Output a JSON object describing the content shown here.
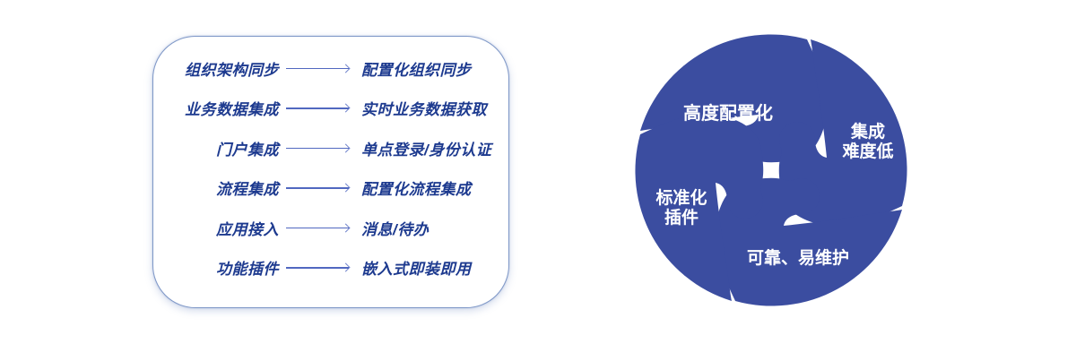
{
  "card": {
    "rows": [
      {
        "source": "组织架构同步",
        "target": "配置化组织同步"
      },
      {
        "source": "业务数据集成",
        "target": "实时业务数据获取"
      },
      {
        "source": "门户集成",
        "target": "单点登录/身份认证"
      },
      {
        "source": "流程集成",
        "target": "配置化流程集成"
      },
      {
        "source": "应用接入",
        "target": "消息/待办"
      },
      {
        "source": "功能插件",
        "target": "嵌入式即装即用"
      }
    ]
  },
  "swirl": {
    "labels": {
      "top": {
        "lines": [
          "高度配置化"
        ]
      },
      "right": {
        "lines": [
          "集成",
          "难度低"
        ]
      },
      "left": {
        "lines": [
          "标准化",
          "插件"
        ]
      },
      "bottom": {
        "lines": [
          "可靠、易维护"
        ]
      }
    }
  },
  "colors": {
    "card_text": "#1d3a8f",
    "arrow": "#5168c0",
    "card_border": "#7e97c7",
    "swirl_blue": "#3b4da0",
    "swirl_text": "#ffffff"
  }
}
